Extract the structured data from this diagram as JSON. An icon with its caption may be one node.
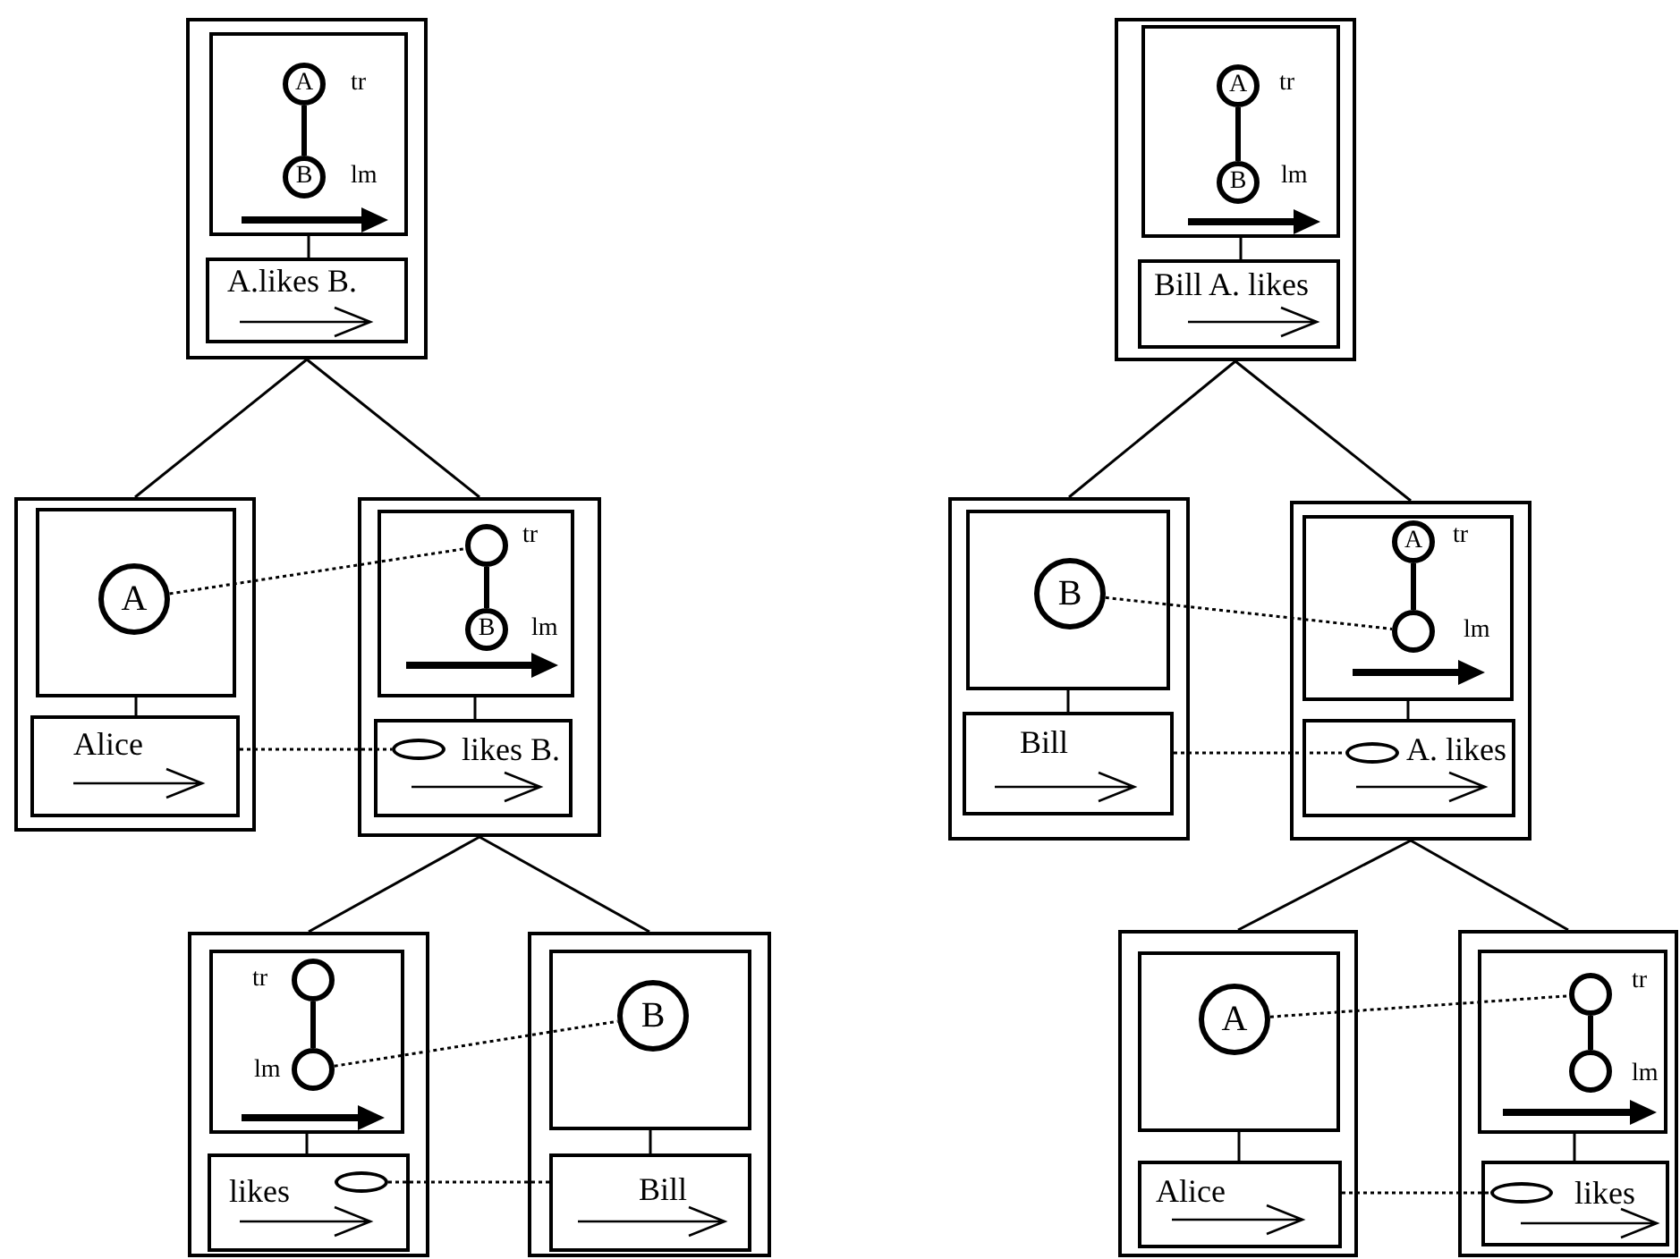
{
  "diagram": {
    "nodes": [
      {
        "text": [],
        "shape": "box"
      },
      {
        "text": [],
        "shape": "box",
        "in": 0
      },
      {
        "text": [
          "A"
        ],
        "in": 1,
        "beside": [
          "tr"
        ]
      },
      {
        "text": [
          "B"
        ],
        "in": 1,
        "beside": [
          "lm"
        ]
      },
      {
        "text": [
          "A.likes B."
        ],
        "in": 0
      },
      {
        "text": [],
        "shape": "box"
      },
      {
        "text": [],
        "shape": "box",
        "in": 5
      },
      {
        "text": [
          "A"
        ],
        "in": 6
      },
      {
        "text": [
          "Alice"
        ],
        "in": 5
      },
      {
        "text": [],
        "shape": "box"
      },
      {
        "text": [],
        "shape": "box",
        "in": 9
      },
      {
        "text": [],
        "shape": "circle",
        "in": 10,
        "beside": [
          "tr"
        ]
      },
      {
        "text": [
          "B"
        ],
        "in": 10,
        "beside": [
          "lm"
        ]
      },
      {
        "text": [
          "likes B."
        ],
        "in": 9
      },
      {
        "text": [],
        "shape": "ellipse",
        "in": 13
      },
      {
        "text": [],
        "shape": "box"
      },
      {
        "text": [],
        "shape": "box",
        "in": 15
      },
      {
        "text": [],
        "shape": "circle",
        "in": 16,
        "beside": [
          "tr"
        ]
      },
      {
        "text": [],
        "shape": "circle",
        "in": 16,
        "beside": [
          "lm"
        ]
      },
      {
        "text": [
          "likes"
        ],
        "in": 15
      },
      {
        "text": [],
        "shape": "ellipse",
        "in": 19
      },
      {
        "text": [],
        "shape": "box"
      },
      {
        "text": [],
        "shape": "box",
        "in": 21
      },
      {
        "text": [
          "B"
        ],
        "in": 22
      },
      {
        "text": [
          "Bill"
        ],
        "in": 21
      },
      {
        "text": [],
        "shape": "box"
      },
      {
        "text": [],
        "shape": "box",
        "in": 25
      },
      {
        "text": [
          "A"
        ],
        "in": 26,
        "beside": [
          "tr"
        ]
      },
      {
        "text": [
          "B"
        ],
        "in": 26,
        "beside": [
          "lm"
        ]
      },
      {
        "text": [
          "Bill A. likes"
        ],
        "in": 25
      },
      {
        "text": [],
        "shape": "box"
      },
      {
        "text": [],
        "shape": "box",
        "in": 30
      },
      {
        "text": [
          "B"
        ],
        "in": 31
      },
      {
        "text": [
          "Bill"
        ],
        "in": 30
      },
      {
        "text": [],
        "shape": "box"
      },
      {
        "text": [],
        "shape": "box",
        "in": 34
      },
      {
        "text": [
          "A"
        ],
        "in": 35,
        "beside": [
          "tr"
        ]
      },
      {
        "text": [],
        "shape": "circle",
        "in": 35,
        "beside": [
          "lm"
        ]
      },
      {
        "text": [
          "A. likes"
        ],
        "in": 34
      },
      {
        "text": [],
        "shape": "ellipse",
        "in": 38
      },
      {
        "text": [],
        "shape": "box"
      },
      {
        "text": [],
        "shape": "box",
        "in": 40
      },
      {
        "text": [
          "A"
        ],
        "in": 41
      },
      {
        "text": [
          "Alice"
        ],
        "in": 40
      },
      {
        "text": [],
        "shape": "box"
      },
      {
        "text": [],
        "shape": "box",
        "in": 44
      },
      {
        "text": [],
        "shape": "circle",
        "in": 45,
        "beside": [
          "tr"
        ]
      },
      {
        "text": [],
        "shape": "circle",
        "in": 45,
        "beside": [
          "lm"
        ]
      },
      {
        "text": [
          "likes"
        ],
        "in": 44
      },
      {
        "text": [],
        "shape": "ellipse",
        "in": 48
      }
    ],
    "edges": [
      {
        "from": 0,
        "to": 5,
        "arrow": "none"
      },
      {
        "from": 0,
        "to": 9,
        "arrow": "none"
      },
      {
        "from": 9,
        "to": 15,
        "arrow": "none"
      },
      {
        "from": 9,
        "to": 21,
        "arrow": "none"
      },
      {
        "from": 25,
        "to": 30,
        "arrow": "none"
      },
      {
        "from": 25,
        "to": 34,
        "arrow": "none"
      },
      {
        "from": 34,
        "to": 40,
        "arrow": "none"
      },
      {
        "from": 34,
        "to": 44,
        "arrow": "none"
      },
      {
        "from": 1,
        "to": 4,
        "arrow": "none"
      },
      {
        "from": 6,
        "to": 8,
        "arrow": "none"
      },
      {
        "from": 10,
        "to": 13,
        "arrow": "none"
      },
      {
        "from": 16,
        "to": 19,
        "arrow": "none"
      },
      {
        "from": 22,
        "to": 24,
        "arrow": "none"
      },
      {
        "from": 26,
        "to": 29,
        "arrow": "none"
      },
      {
        "from": 31,
        "to": 33,
        "arrow": "none"
      },
      {
        "from": 35,
        "to": 38,
        "arrow": "none"
      },
      {
        "from": 41,
        "to": 43,
        "arrow": "none"
      },
      {
        "from": 45,
        "to": 48,
        "arrow": "none"
      },
      {
        "from": 2,
        "to": 3,
        "arrow": "none",
        "style": "thick"
      },
      {
        "from": 11,
        "to": 12,
        "arrow": "none",
        "style": "thick"
      },
      {
        "from": 17,
        "to": 18,
        "arrow": "none",
        "style": "thick"
      },
      {
        "from": 27,
        "to": 28,
        "arrow": "none",
        "style": "thick"
      },
      {
        "from": 36,
        "to": 37,
        "arrow": "none",
        "style": "thick"
      },
      {
        "from": 46,
        "to": 47,
        "arrow": "none",
        "style": "thick"
      },
      {
        "from": 7,
        "to": 11,
        "arrow": "none",
        "style": "dashed"
      },
      {
        "from": 8,
        "to": 14,
        "arrow": "none",
        "style": "dashed"
      },
      {
        "from": 18,
        "to": 23,
        "arrow": "none",
        "style": "dashed"
      },
      {
        "from": 20,
        "to": 24,
        "arrow": "none",
        "style": "dashed"
      },
      {
        "from": 32,
        "to": 37,
        "arrow": "none",
        "style": "dashed"
      },
      {
        "from": 33,
        "to": 39,
        "arrow": "none",
        "style": "dashed"
      },
      {
        "from": 42,
        "to": 46,
        "arrow": "none",
        "style": "dashed"
      },
      {
        "from": 43,
        "to": 49,
        "arrow": "none",
        "style": "dashed"
      }
    ]
  }
}
